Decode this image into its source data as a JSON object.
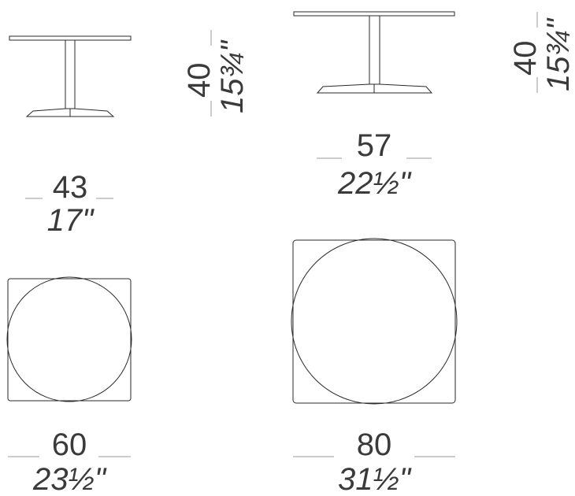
{
  "dimensions": {
    "small_table": {
      "height_cm": "40",
      "height_in": "15¾\"",
      "width_cm": "43",
      "width_in": "17\""
    },
    "large_table": {
      "height_cm": "40",
      "height_in": "15¾\"",
      "width_cm": "57",
      "width_in": "22½\""
    },
    "small_square": {
      "width_cm": "60",
      "width_in": "23½\""
    },
    "large_square": {
      "width_cm": "80",
      "width_in": "31½\""
    }
  }
}
